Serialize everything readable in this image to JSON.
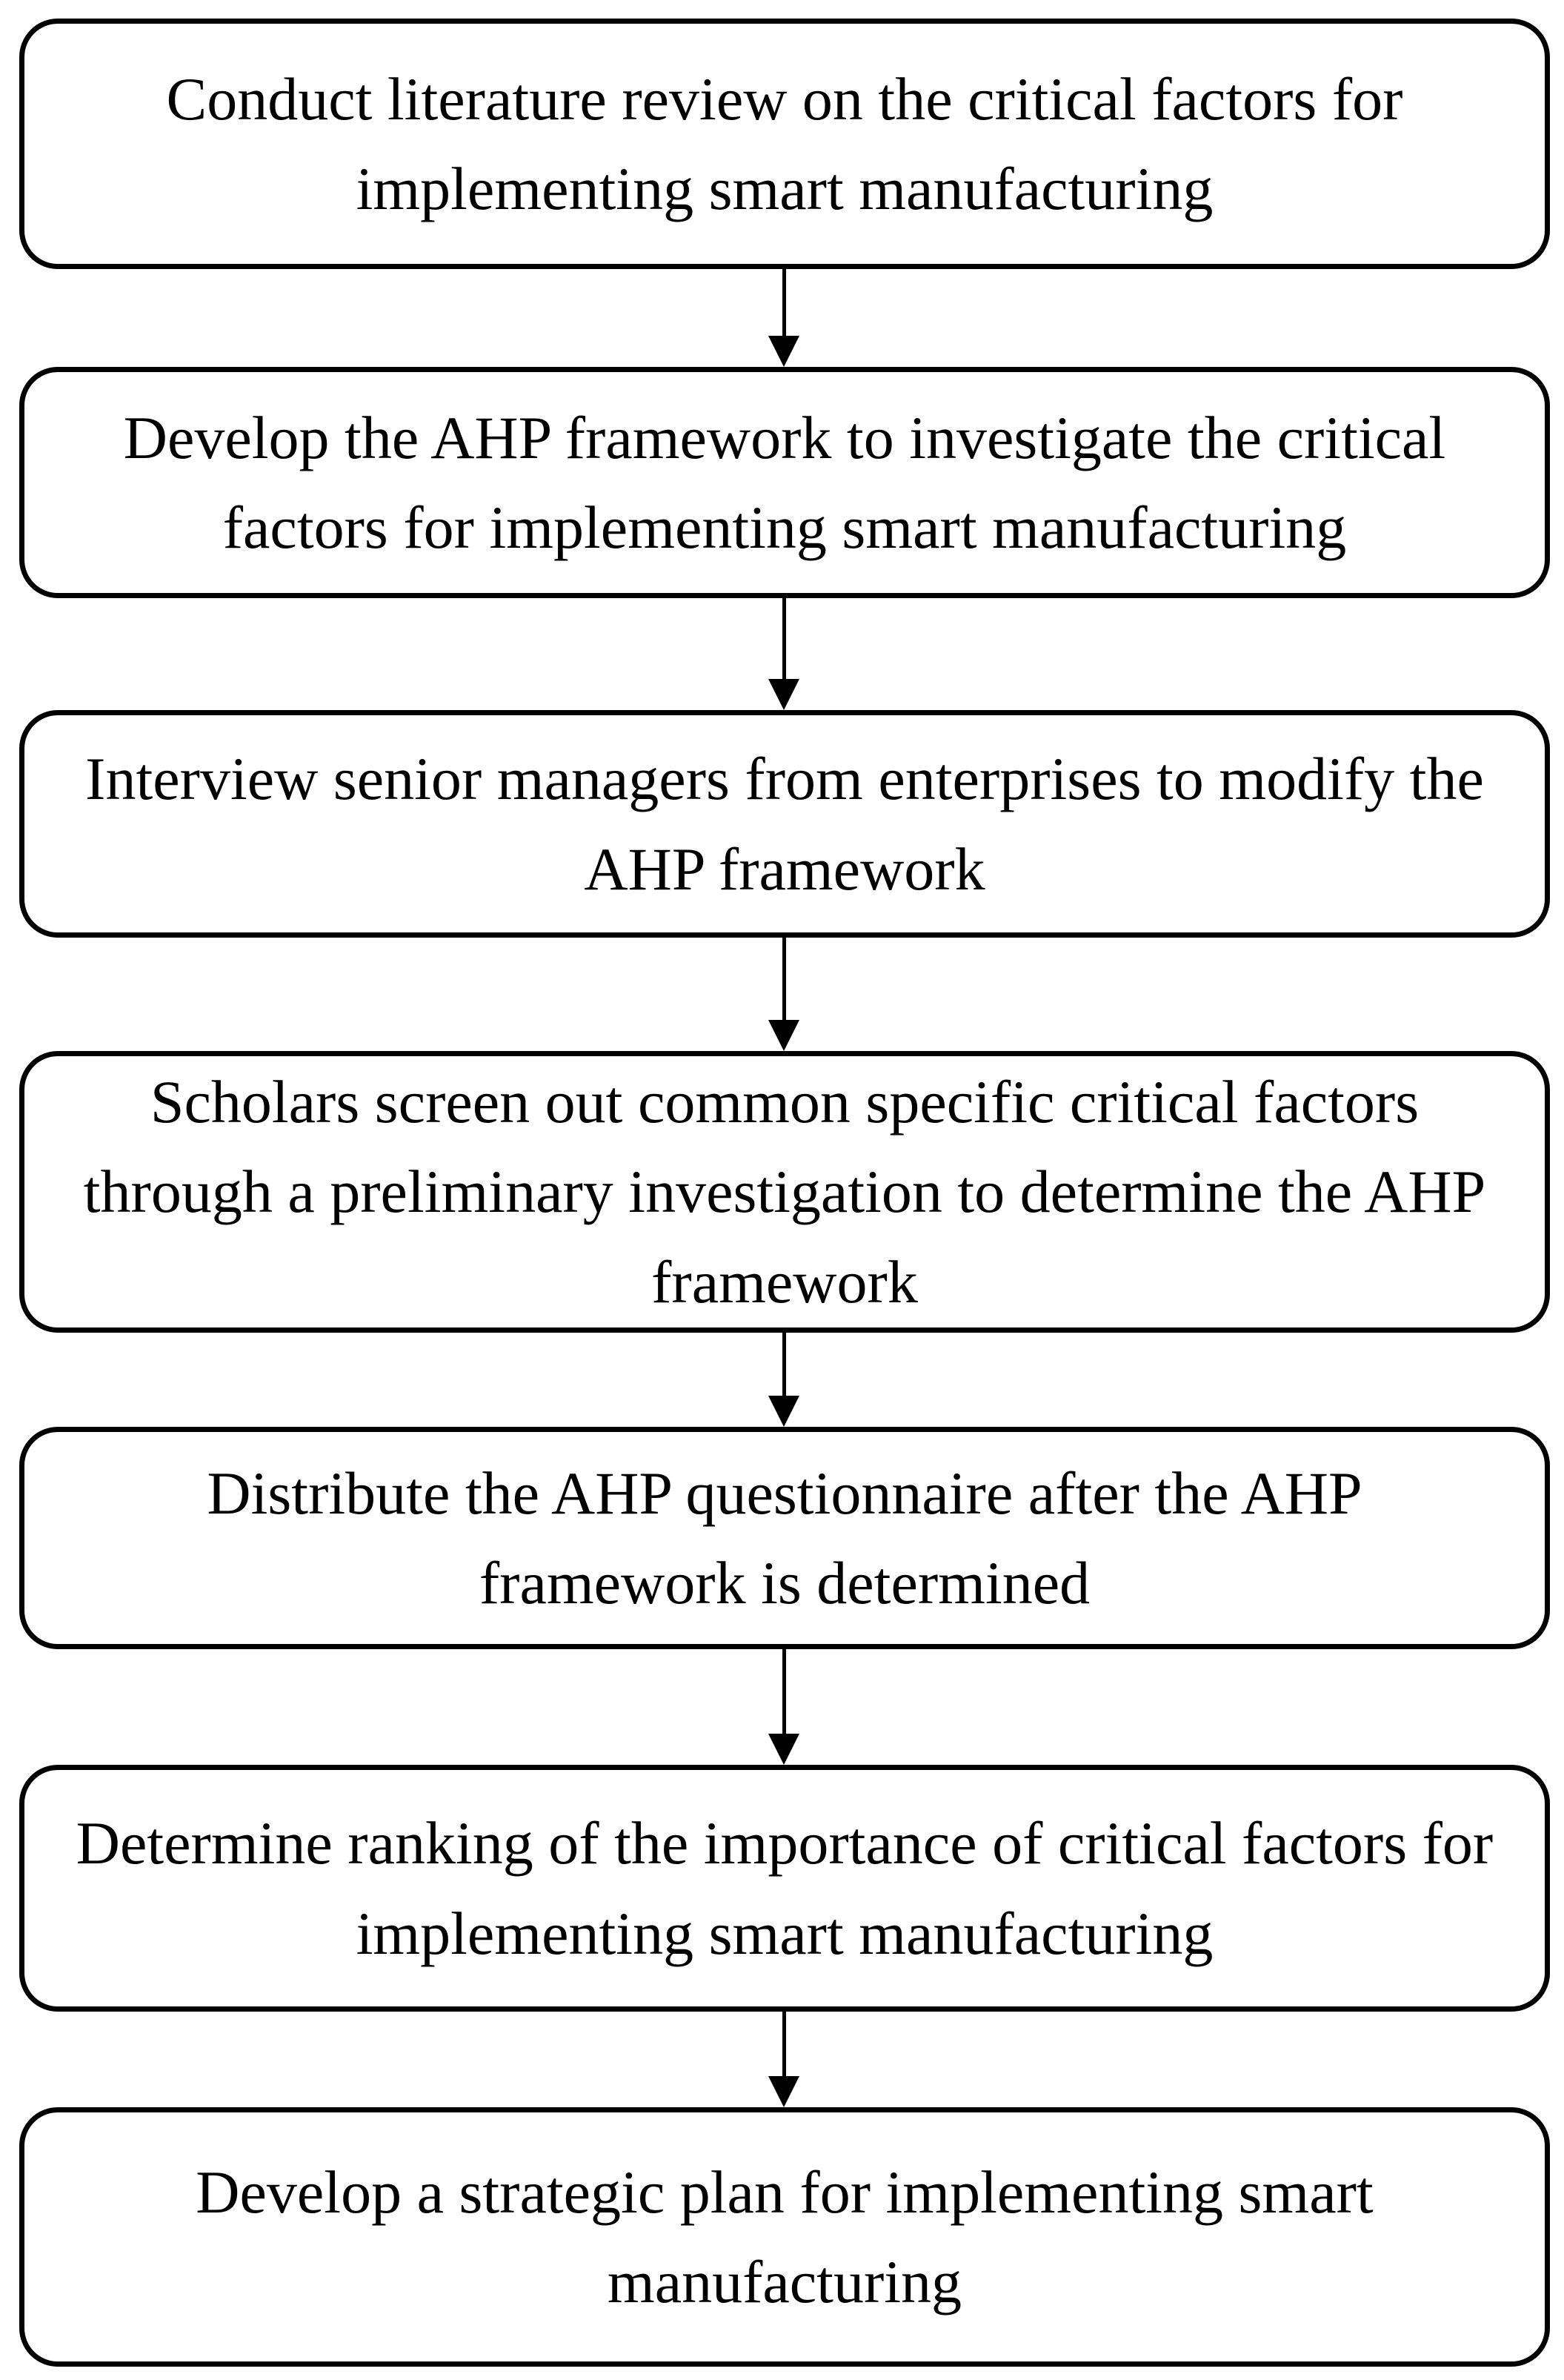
{
  "diagram": {
    "type": "flowchart",
    "direction": "top-down",
    "colors": {
      "background": "#ffffff",
      "box_fill": "#ffffff",
      "box_border": "#000000",
      "text": "#000000",
      "arrow": "#000000"
    },
    "steps": [
      {
        "id": 1,
        "text": "Conduct literature review on the critical factors for\nimplementing smart manufacturing"
      },
      {
        "id": 2,
        "text": "Develop the AHP framework to investigate the critical\nfactors for implementing smart manufacturing"
      },
      {
        "id": 3,
        "text": "Interview senior managers from enterprises to modify the\nAHP framework"
      },
      {
        "id": 4,
        "text": "Scholars screen out common specific critical factors\nthrough a preliminary investigation to determine the AHP\nframework"
      },
      {
        "id": 5,
        "text": "Distribute the AHP questionnaire after the AHP\nframework is determined"
      },
      {
        "id": 6,
        "text": "Determine ranking of the importance of critical factors for\nimplementing smart manufacturing"
      },
      {
        "id": 7,
        "text": "Develop a strategic plan for implementing smart\nmanufacturing"
      }
    ],
    "connectors": [
      {
        "from": 1,
        "to": 2
      },
      {
        "from": 2,
        "to": 3
      },
      {
        "from": 3,
        "to": 4
      },
      {
        "from": 4,
        "to": 5
      },
      {
        "from": 5,
        "to": 6
      },
      {
        "from": 6,
        "to": 7
      }
    ]
  }
}
